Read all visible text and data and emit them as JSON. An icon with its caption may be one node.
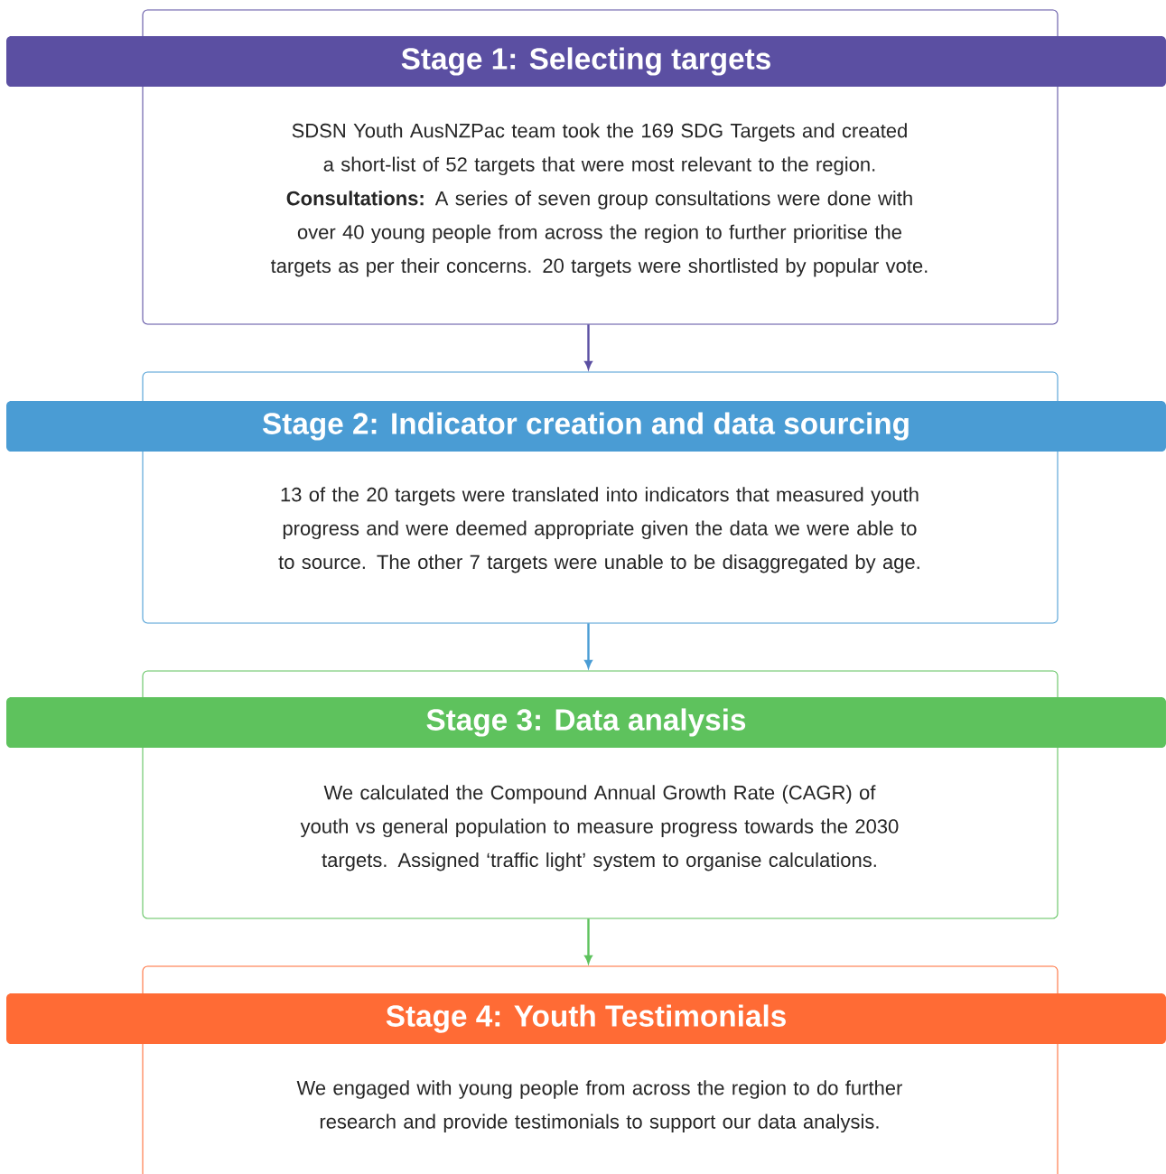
{
  "diagram": {
    "nodes": [
      {
        "text": [
          "Stage 1: Selecting targets",
          "SDSN Youth AusNZPac team took the 169 SDG Targets and created a short-list of 52 targets that were most relevant to the region.",
          "**Consultations:** A series of seven group consultations were done with over 40 young people from across the region to further prioritise the targets as per their concerns. 20 targets were shortlisted by popular vote."
        ]
      },
      {
        "text": [
          "Stage 2: Indicator creation and data sourcing",
          "13 of the 20 targets were translated into indicators that measured youth progress and were deemed appropriate given the data we were able to to source. The other 7 targets were unable to be disaggregated by age."
        ]
      },
      {
        "text": [
          "Stage 3: Data analysis",
          "We calculated the Compound Annual Growth Rate (CAGR) of youth vs general population to measure progress towards the 2030 targets. Assigned ‘traffic light’ system to organise calculations."
        ]
      },
      {
        "text": [
          "Stage 4: Youth Testimonials",
          "We engaged with young people from across the region to do further research and provide testimonials to support our data analysis."
        ]
      }
    ],
    "edges": [
      {
        "from": 0,
        "to": 1,
        "arrow": "to",
        "color": "#5b4fa2"
      },
      {
        "from": 1,
        "to": 2,
        "arrow": "to",
        "color": "#4a9cd4"
      },
      {
        "from": 2,
        "to": 3,
        "arrow": "to",
        "color": "#5ec25d"
      }
    ]
  }
}
